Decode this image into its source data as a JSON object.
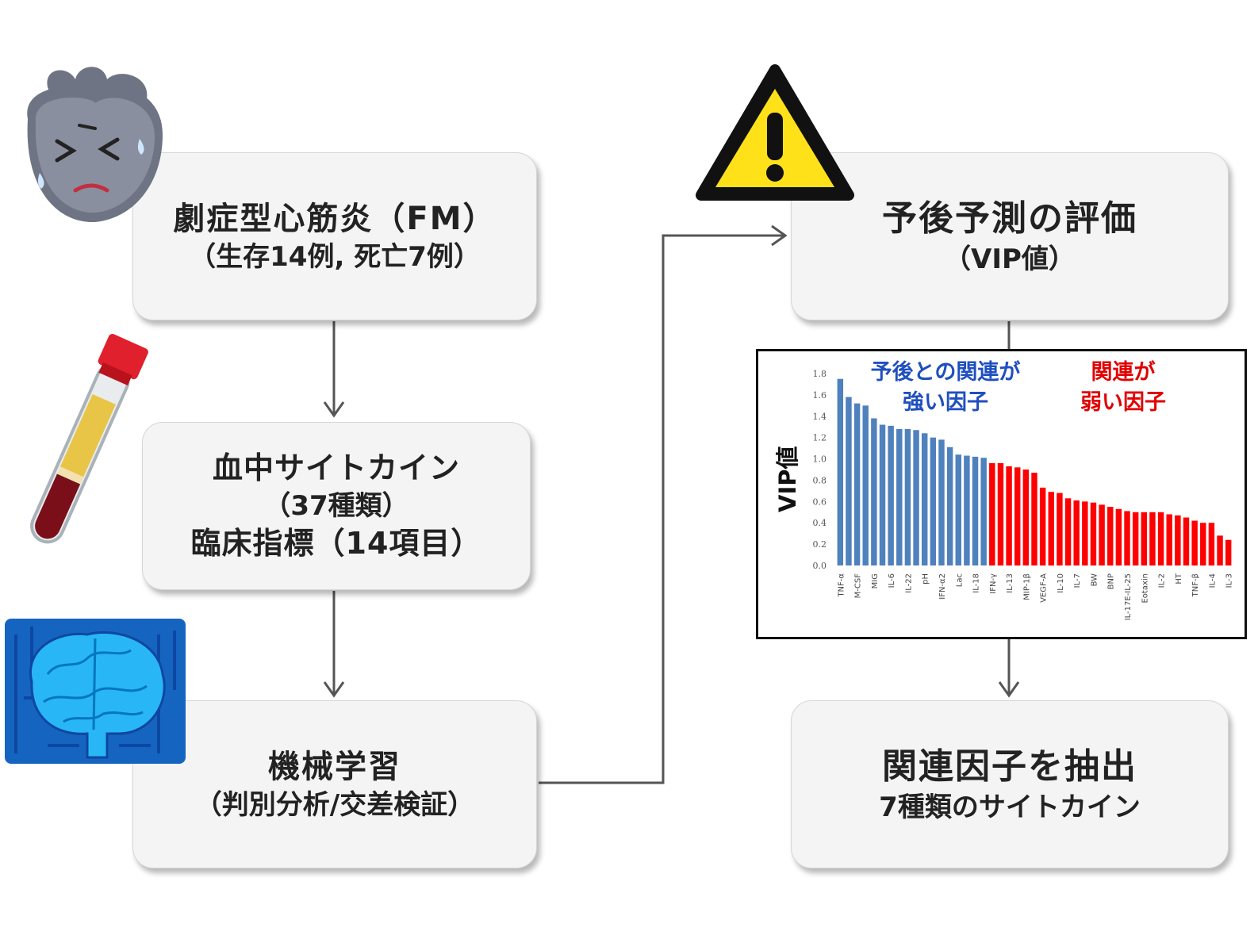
{
  "boxes": {
    "fm": {
      "line1": "劇症型心筋炎（FM）",
      "line2": "（生存14例, 死亡7例）"
    },
    "cytokine": {
      "line1": "血中サイトカイン",
      "line2": "（37種類）",
      "line3": "臨床指標（14項目）"
    },
    "ml": {
      "line1": "機械学習",
      "line2": "（判別分析/交差検証）"
    },
    "eval": {
      "line1": "予後予測の評価",
      "line2": "（VIP値）"
    },
    "extract": {
      "line1": "関連因子を抽出",
      "line2": "7種類のサイトカイン"
    }
  },
  "annotations": {
    "strong": "予後との関連が\n強い因子",
    "weak": "関連が\n弱い因子"
  },
  "icons": [
    "heart-character-icon",
    "blood-tube-icon",
    "ai-brain-icon",
    "warning-icon"
  ],
  "colors": {
    "strong": "#4f81bd",
    "weak": "#ff0000",
    "strong_text": "#1f4fbf",
    "weak_text": "#e00000"
  },
  "chart_data": {
    "type": "bar",
    "ylabel": "VIP値",
    "ylim": [
      0,
      1.8
    ],
    "yticks": [
      "0.0",
      "0.2",
      "0.4",
      "0.6",
      "0.8",
      "1.0",
      "1.2",
      "1.4",
      "1.6",
      "1.8"
    ],
    "categories": [
      "TNF-α",
      "",
      "M-CSF",
      "",
      "MIG",
      "",
      "IL-6",
      "",
      "IL-22",
      "",
      "pH",
      "",
      "IFN-α2",
      "",
      "Lac",
      "",
      "IL-18",
      "",
      "IFN-γ",
      "",
      "IL-13",
      "",
      "MIP-1β",
      "",
      "VEGF-A",
      "",
      "IL-10",
      "",
      "IL-7",
      "",
      "BW",
      "",
      "BNP",
      "",
      "IL-17E-IL-25",
      "",
      "Eotaxin",
      "",
      "IL-2",
      "",
      "HT",
      "",
      "TNF-β",
      "",
      "IL-4",
      "",
      "IL-3",
      ""
    ],
    "values": [
      1.75,
      1.58,
      1.52,
      1.5,
      1.38,
      1.32,
      1.31,
      1.28,
      1.28,
      1.27,
      1.24,
      1.2,
      1.18,
      1.11,
      1.04,
      1.03,
      1.02,
      1.01,
      0.96,
      0.96,
      0.93,
      0.92,
      0.9,
      0.87,
      0.73,
      0.69,
      0.68,
      0.63,
      0.61,
      0.6,
      0.59,
      0.57,
      0.55,
      0.53,
      0.51,
      0.5,
      0.5,
      0.5,
      0.5,
      0.48,
      0.47,
      0.45,
      0.42,
      0.4,
      0.4,
      0.28,
      0.24
    ],
    "strong_count": 18,
    "series": [
      {
        "name": "予後との関連が強い因子",
        "color": "#4f81bd"
      },
      {
        "name": "関連が弱い因子",
        "color": "#ff0000"
      }
    ]
  }
}
